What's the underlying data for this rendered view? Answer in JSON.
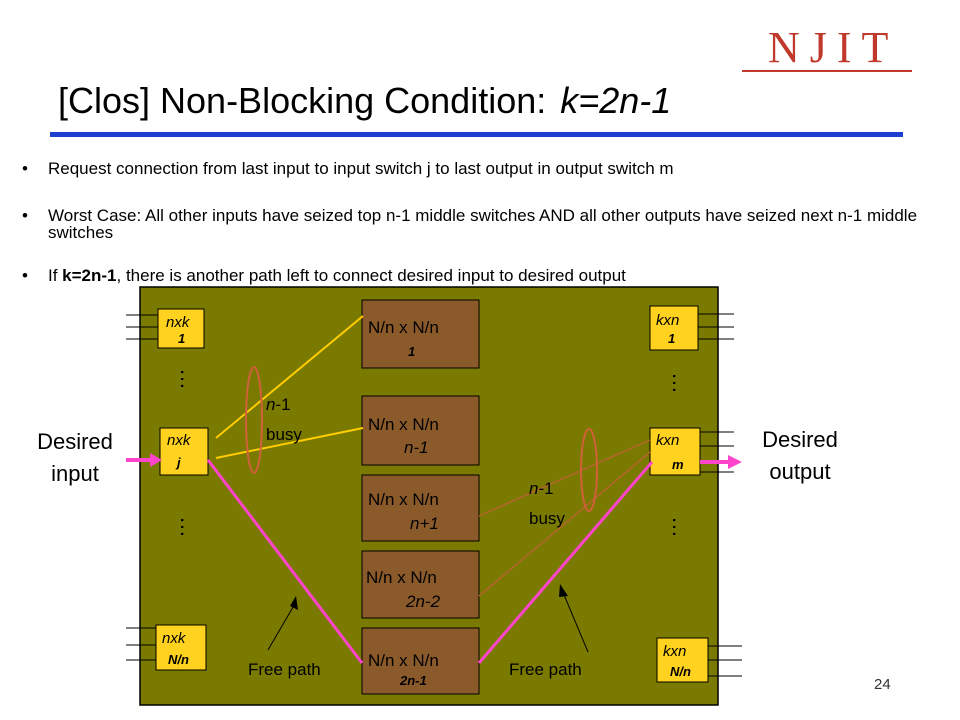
{
  "logo": "NJIT",
  "title": {
    "main": "[Clos] Non-Blocking Condition:",
    "condition": "k=2n-1"
  },
  "bullets": [
    "Request connection from last input to input switch j to last output in output switch m",
    "Worst Case:  All other inputs have seized top n-1 middle switches AND all other outputs have seized next n-1 middle switches",
    {
      "pre": "If ",
      "bold": "k=2n-1",
      "post": ", there is another path left to connect desired input to desired output"
    }
  ],
  "input_switches": [
    {
      "type": "nxk",
      "index": "1"
    },
    {
      "type": "nxk",
      "index": "j"
    },
    {
      "type": "nxk",
      "index": "N/n"
    }
  ],
  "output_switches": [
    {
      "type": "kxn",
      "index": "1"
    },
    {
      "type": "kxn",
      "index": "m"
    },
    {
      "type": "kxn",
      "index": "N/n"
    }
  ],
  "middle_switches": [
    {
      "label": "N/n x N/n",
      "index": "1"
    },
    {
      "label": "N/n x N/n",
      "index": "n-1"
    },
    {
      "label": "N/n x N/n",
      "index": "n+1"
    },
    {
      "label": "N/n x N/n",
      "index": "2n-2"
    },
    {
      "label": "N/n x N/n",
      "index": "2n-1"
    }
  ],
  "dots": "…",
  "labels": {
    "busy_left": {
      "n": "n",
      "rest": "-1",
      "word": "busy"
    },
    "busy_right": {
      "n": "n",
      "rest": "-1",
      "word": "busy"
    },
    "desired_input": "Desired input",
    "desired_output": "Desired output",
    "free_path_left": "Free path",
    "free_path_right": "Free path"
  },
  "page_number": "24",
  "colors": {
    "panel": "#7a7a00",
    "middle_box": "#8b5a2b",
    "end_box": "#ffd21f",
    "busy_line": "#ffcc00",
    "free_line": "#ff44cc",
    "busy_line_right": "#b5652e",
    "ellipse": "#d0603a",
    "title_rule": "#1f3fd0",
    "logo": "#c0392b"
  }
}
